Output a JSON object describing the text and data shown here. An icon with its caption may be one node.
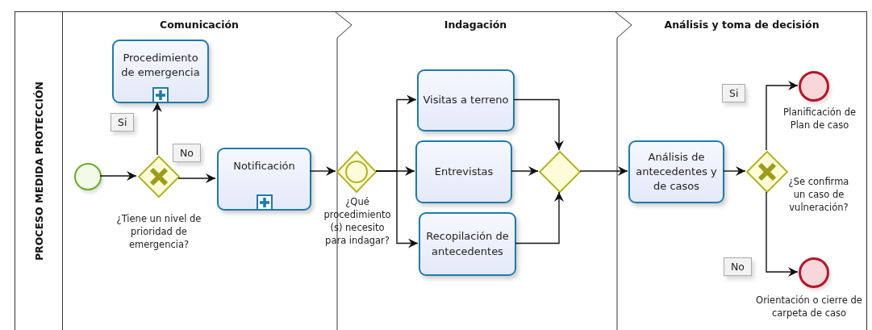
{
  "diagram": {
    "nodes": [
      {
        "text": [
          "PROCESO MEDIDA PROTECCIÓN"
        ]
      },
      {
        "text": [
          "Comunicación"
        ],
        "in": 0
      },
      {
        "text": [
          "Indagación"
        ],
        "in": 0
      },
      {
        "text": [
          "Análisis y toma de decisión"
        ],
        "in": 0
      },
      {
        "text": [],
        "shape": "circle",
        "in": 1
      },
      {
        "text": [],
        "shape": "diamond",
        "in": 1,
        "beside": [
          "¿Tiene un nivel de prioridad de emergencia?"
        ]
      },
      {
        "text": [
          "Procedimiento de emergencia"
        ],
        "in": 1
      },
      {
        "text": [
          "Notificación"
        ],
        "in": 1
      },
      {
        "text": [],
        "shape": "diamond",
        "in": 2,
        "beside": [
          "¿Qué procedimiento (s) necesito para indagar?"
        ]
      },
      {
        "text": [
          "Visitas a terreno"
        ],
        "in": 2
      },
      {
        "text": [
          "Entrevistas"
        ],
        "in": 2
      },
      {
        "text": [
          "Recopilación de antecedentes"
        ],
        "in": 2
      },
      {
        "text": [],
        "shape": "diamond",
        "in": 2
      },
      {
        "text": [
          "Análisis de antecedentes y de casos"
        ],
        "in": 3
      },
      {
        "text": [],
        "shape": "diamond",
        "in": 3,
        "beside": [
          "¿Se confirma un caso de vulneración?"
        ]
      },
      {
        "text": [],
        "shape": "circle",
        "in": 3,
        "beside": [
          "Planificación de Plan de caso"
        ]
      },
      {
        "text": [],
        "shape": "circle",
        "in": 3,
        "beside": [
          "Orientación o cierre de carpeta de caso"
        ]
      }
    ],
    "edges": [
      {
        "from": 4,
        "to": 5,
        "arrow": "to"
      },
      {
        "from": 5,
        "to": 6,
        "arrow": "to",
        "label": "Si"
      },
      {
        "from": 5,
        "to": 7,
        "arrow": "to",
        "label": "No"
      },
      {
        "from": 7,
        "to": 8,
        "arrow": "to"
      },
      {
        "from": 8,
        "to": 9,
        "arrow": "to"
      },
      {
        "from": 8,
        "to": 10,
        "arrow": "to"
      },
      {
        "from": 8,
        "to": 11,
        "arrow": "to"
      },
      {
        "from": 9,
        "to": 12,
        "arrow": "to"
      },
      {
        "from": 10,
        "to": 12,
        "arrow": "to"
      },
      {
        "from": 11,
        "to": 12,
        "arrow": "to"
      },
      {
        "from": 12,
        "to": 13,
        "arrow": "to"
      },
      {
        "from": 13,
        "to": 14,
        "arrow": "to"
      },
      {
        "from": 14,
        "to": 15,
        "arrow": "to",
        "label": "Si"
      },
      {
        "from": 14,
        "to": 16,
        "arrow": "to",
        "label": "No"
      }
    ]
  }
}
